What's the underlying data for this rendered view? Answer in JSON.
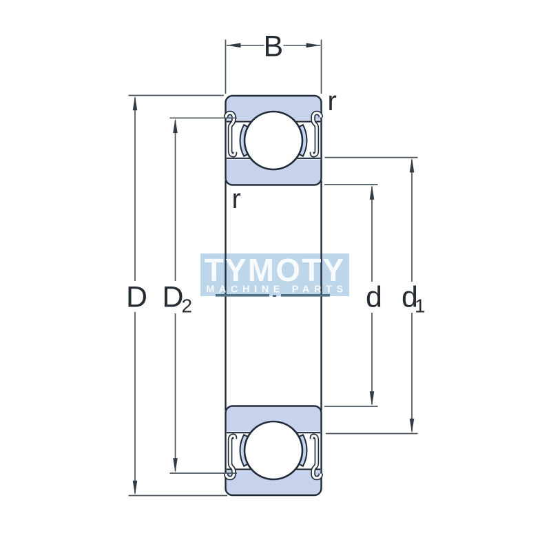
{
  "figure": {
    "type": "technical-drawing",
    "subject": "shielded deep groove ball bearing cross-section",
    "dimension_labels": {
      "width": "B",
      "outer_diameter": "D",
      "recess_diameter_main": "D",
      "recess_diameter_sub": "2",
      "bore_diameter": "d",
      "shoulder_diameter_main": "d",
      "shoulder_diameter_sub": "1",
      "chamfer_top_right": "r",
      "chamfer_bottom_left": "r"
    }
  },
  "watermark": {
    "brand": "TYMOTY",
    "tagline": "MACHINE PARTS"
  },
  "colors": {
    "background": "#ffffff",
    "bearing_fill": "#c7d3ec",
    "drawing_line": "#202b38",
    "dimension_line": "#4a545e",
    "arrow": "#333c45",
    "label_text": "#262c33",
    "watermark_box": "#bed6e9",
    "watermark_bar": "#4e7187",
    "watermark_text": "#ffffff"
  }
}
